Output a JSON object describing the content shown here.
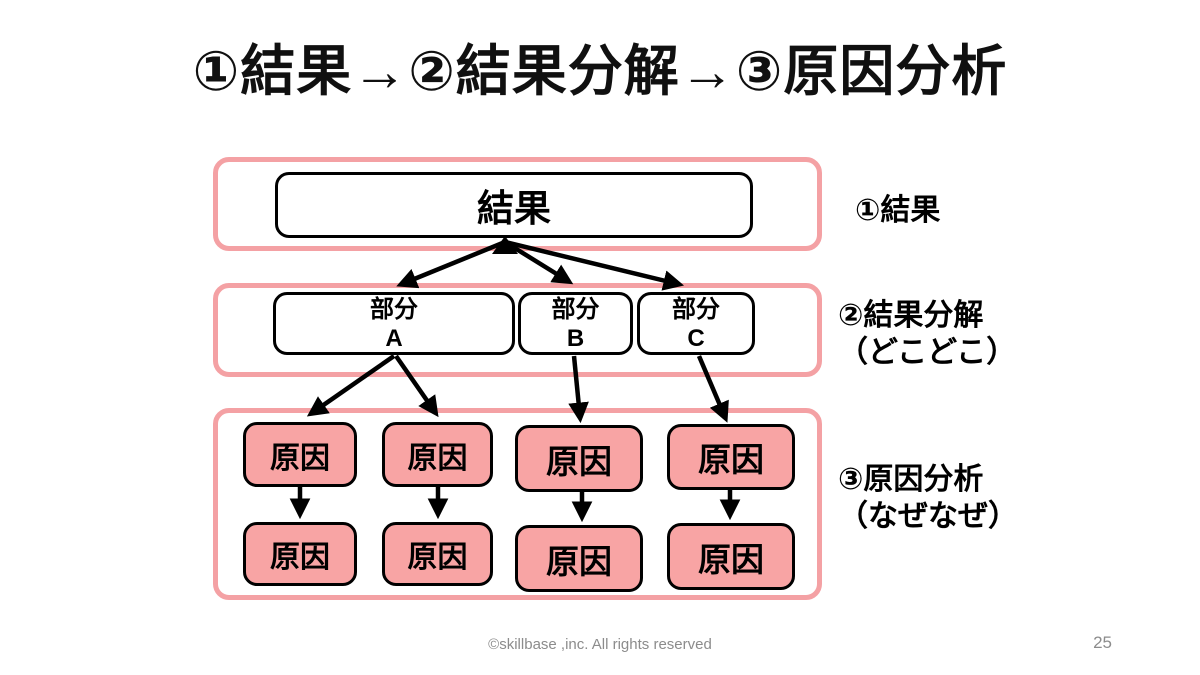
{
  "title": "①結果→②結果分解→③原因分析",
  "diagram": {
    "result": {
      "box": "結果",
      "side_label": "①結果"
    },
    "decomposition": {
      "parts": [
        {
          "label": "部分",
          "letter": "A"
        },
        {
          "label": "部分",
          "letter": "B"
        },
        {
          "label": "部分",
          "letter": "C"
        }
      ],
      "side_label": "②結果分解",
      "side_sublabel": "（どこどこ）"
    },
    "analysis": {
      "top_causes": [
        "原因",
        "原因",
        "原因",
        "原因"
      ],
      "bottom_causes": [
        "原因",
        "原因",
        "原因",
        "原因"
      ],
      "side_label": "③原因分析",
      "side_sublabel": "（なぜなぜ）"
    }
  },
  "footer": {
    "copyright": "©skillbase ,inc. All rights reserved",
    "page_number": "25"
  },
  "colors": {
    "pink_border": "#F4A1A4",
    "pink_fill": "#F8A4A4",
    "line_black": "#000000",
    "footer_gray": "#8C8C8C"
  }
}
